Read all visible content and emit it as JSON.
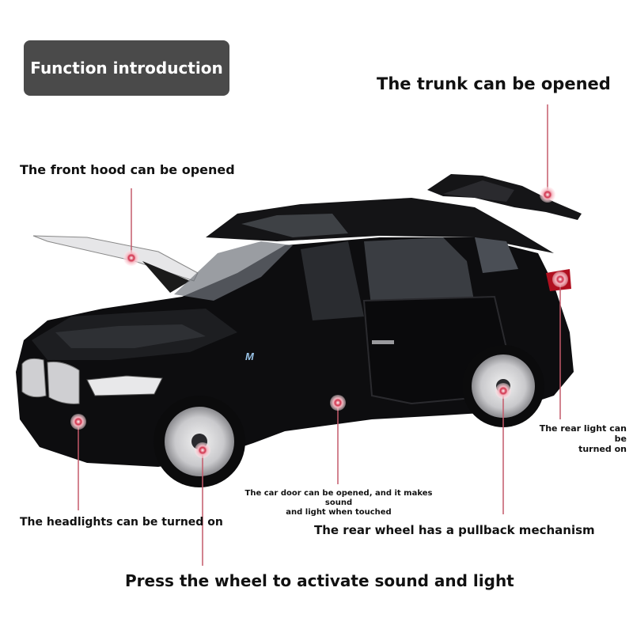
{
  "header": {
    "badge_label": "Function introduction"
  },
  "callouts": {
    "trunk": "The trunk can be opened",
    "hood": "The front hood can be opened",
    "rear_light_line1": "The rear light can be",
    "rear_light_line2": "turned on",
    "door_line1": "The car door can be opened, and it makes sound",
    "door_line2": "and light when touched",
    "headlights": "The headlights can be turned on",
    "rear_wheel": "The rear wheel has a pullback mechanism",
    "press_wheel": "Press the wheel to activate sound and light"
  },
  "colors": {
    "badge_bg": "#4a4a4a",
    "marker": "#d0304a",
    "line": "#c45a6a",
    "car_body": "#0d0d0f"
  }
}
